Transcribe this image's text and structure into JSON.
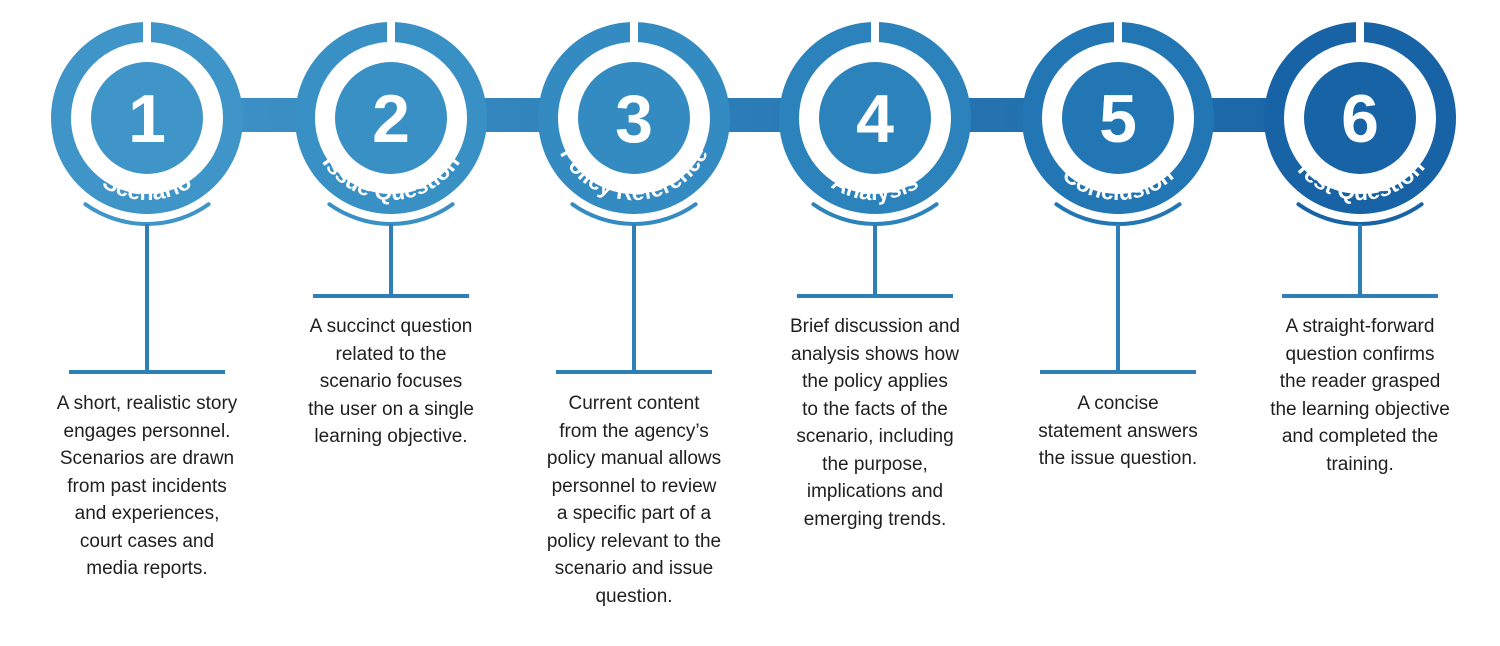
{
  "colors": {
    "step_fills": [
      "#3f94c8",
      "#3990c5",
      "#348bc2",
      "#2c83bc",
      "#2176b3",
      "#1863a5"
    ],
    "connector_start": "#3f94c8",
    "connector_end": "#1863a5",
    "stem": "#2e7fb8",
    "text": "#1f1f1f",
    "white": "#ffffff"
  },
  "steps": [
    {
      "number": "1",
      "title": "Scenario",
      "description": [
        "A short, realistic story",
        "engages personnel.",
        "Scenarios are drawn",
        "from past incidents",
        "and experiences,",
        "court cases and",
        "media reports."
      ]
    },
    {
      "number": "2",
      "title": "Issue Question",
      "description": [
        "A succinct question",
        "related to the",
        "scenario focuses",
        "the user on a single",
        "learning objective."
      ]
    },
    {
      "number": "3",
      "title": "Policy Reference",
      "description": [
        "Current content",
        "from the agency’s",
        "policy manual allows",
        "personnel to review",
        "a specific part of a",
        "policy relevant to the",
        "scenario and issue",
        "question."
      ]
    },
    {
      "number": "4",
      "title": "Analysis",
      "description": [
        "Brief discussion and",
        "analysis shows how",
        "the policy applies",
        "to the facts of the",
        "scenario, including",
        "the purpose,",
        "implications and",
        "emerging trends."
      ]
    },
    {
      "number": "5",
      "title": "Conclusion",
      "description": [
        "A concise",
        "statement answers",
        "the issue question."
      ]
    },
    {
      "number": "6",
      "title": "Test Question",
      "description": [
        "A straight-forward",
        "question confirms",
        "the reader grasped",
        "the learning objective",
        "and completed the",
        "training."
      ]
    }
  ]
}
